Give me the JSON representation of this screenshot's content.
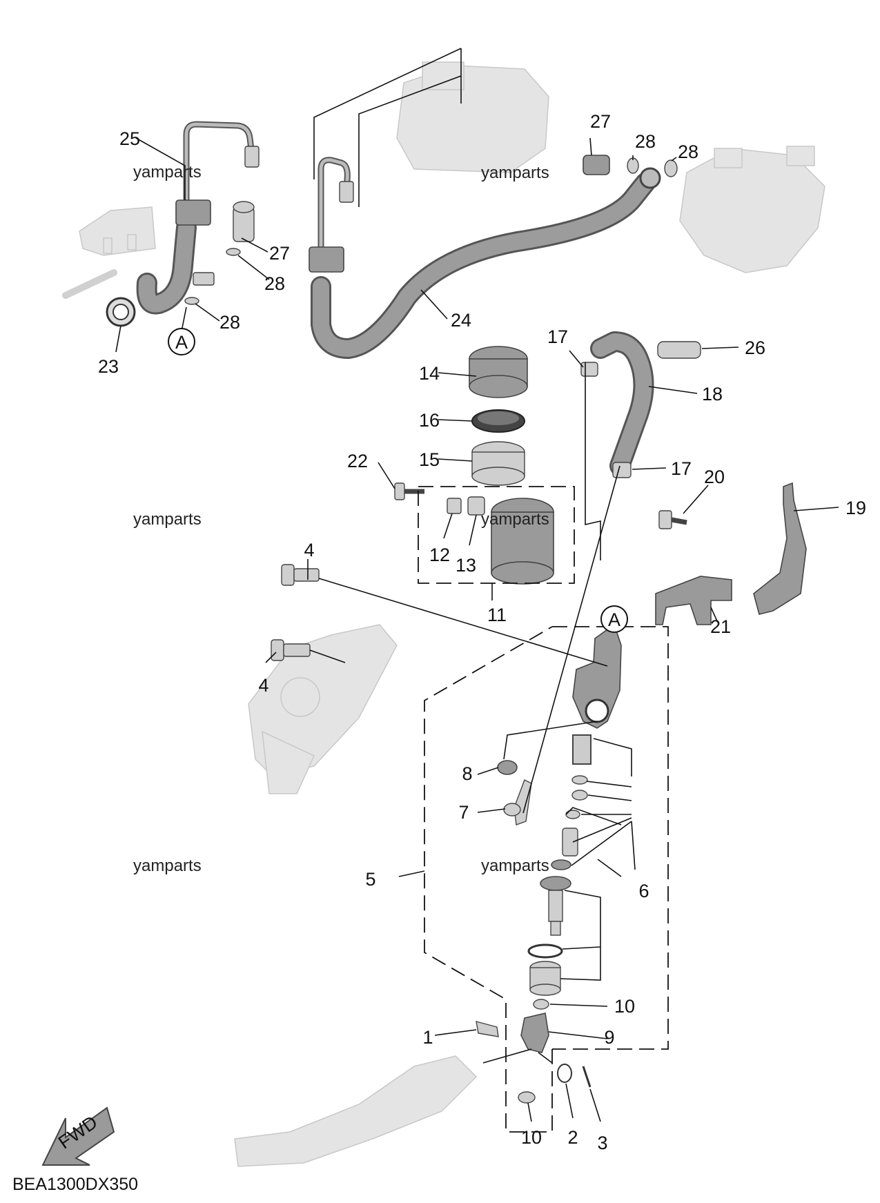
{
  "watermark": "yamparts",
  "diagram_code": "BEA1300DX350",
  "fwd_label": "FWD",
  "ref_marker": "A",
  "callouts": {
    "c1": "1",
    "c2": "2",
    "c3": "3",
    "c4a": "4",
    "c4b": "4",
    "c5": "5",
    "c6": "6",
    "c7": "7",
    "c8": "8",
    "c9": "9",
    "c10a": "10",
    "c10b": "10",
    "c11": "11",
    "c12": "12",
    "c13": "13",
    "c14": "14",
    "c15": "15",
    "c16": "16",
    "c17a": "17",
    "c17b": "17",
    "c18": "18",
    "c19": "19",
    "c20": "20",
    "c21": "21",
    "c22": "22",
    "c23": "23",
    "c24": "24",
    "c25": "25",
    "c26": "26",
    "c27a": "27",
    "c27b": "27",
    "c28a": "28",
    "c28b": "28",
    "c28c": "28",
    "c28d": "28"
  }
}
